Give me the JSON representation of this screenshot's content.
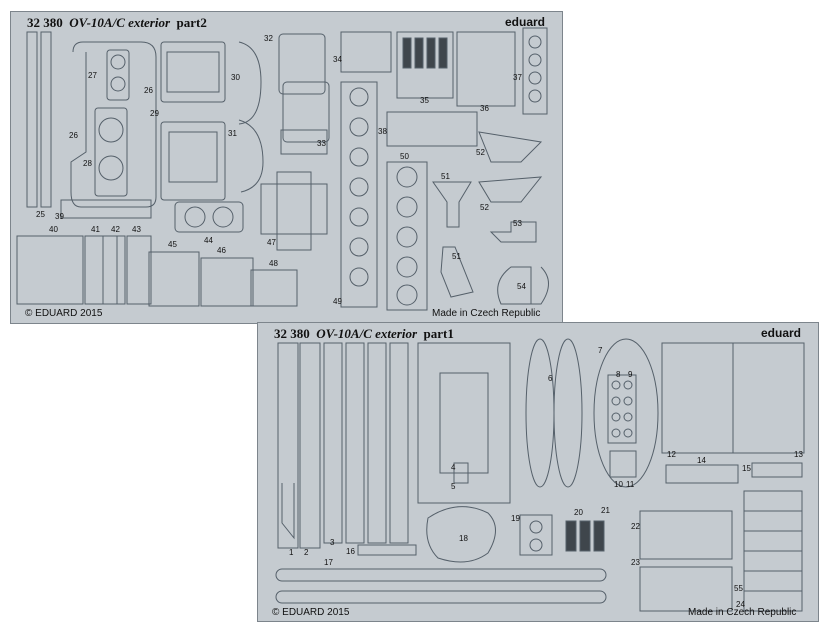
{
  "part2": {
    "code": "32 380",
    "title": "OV-10A/C exterior",
    "part": "part2",
    "brand": "eduard",
    "copyright": "© EDUARD 2015",
    "made_in": "Made in Czech Republic",
    "labels": [
      "25",
      "26",
      "26",
      "27",
      "28",
      "29",
      "30",
      "31",
      "32",
      "33",
      "34",
      "35",
      "36",
      "37",
      "38",
      "39",
      "40",
      "41",
      "42",
      "43",
      "44",
      "45",
      "46",
      "47",
      "48",
      "49",
      "50",
      "51",
      "51",
      "52",
      "52",
      "53",
      "54"
    ]
  },
  "part1": {
    "code": "32 380",
    "title": "OV-10A/C exterior",
    "part": "part1",
    "brand": "eduard",
    "copyright": "© EDUARD 2015",
    "made_in": "Made in Czech Republic",
    "labels": [
      "1",
      "2",
      "3",
      "4",
      "5",
      "6",
      "7",
      "8",
      "9",
      "10",
      "11",
      "12",
      "13",
      "14",
      "15",
      "16",
      "17",
      "18",
      "19",
      "20",
      "21",
      "22",
      "23",
      "24",
      "55"
    ]
  },
  "colors": {
    "metal": "#c5cbd0",
    "edge": "#7d858c",
    "part_line": "#55606a"
  }
}
